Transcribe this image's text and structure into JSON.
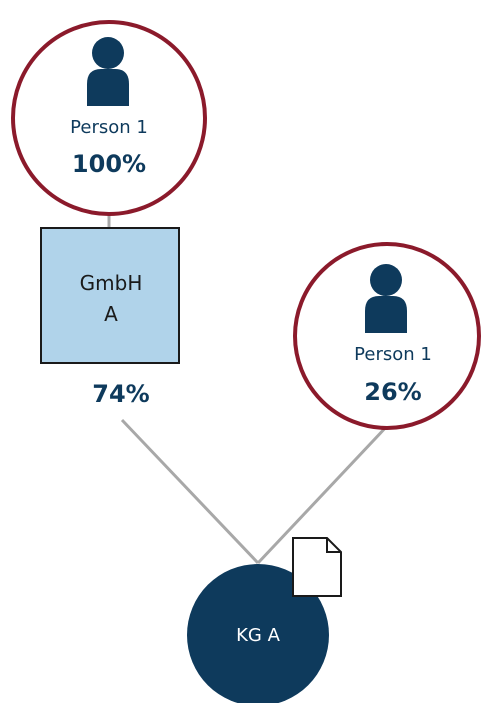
{
  "colors": {
    "person_ring": "#8b1a2b",
    "person_icon": "#0e3a5c",
    "box_fill": "#b0d3ea",
    "box_stroke": "#1a1a1a",
    "company_fill": "#0e3a5c",
    "connector": "#a8a8a8",
    "text_dark": "#0e3a5c"
  },
  "nodes": {
    "person_top": {
      "label": "Person 1",
      "share": "100%",
      "icon": "person-icon"
    },
    "gmbh": {
      "label_line1": "GmbH",
      "label_line2": "A",
      "share": "74%"
    },
    "person_right": {
      "label": "Person 1",
      "share": "26%",
      "icon": "person-icon"
    },
    "kg": {
      "label": "KG A",
      "badge_icon": "document-icon"
    }
  }
}
